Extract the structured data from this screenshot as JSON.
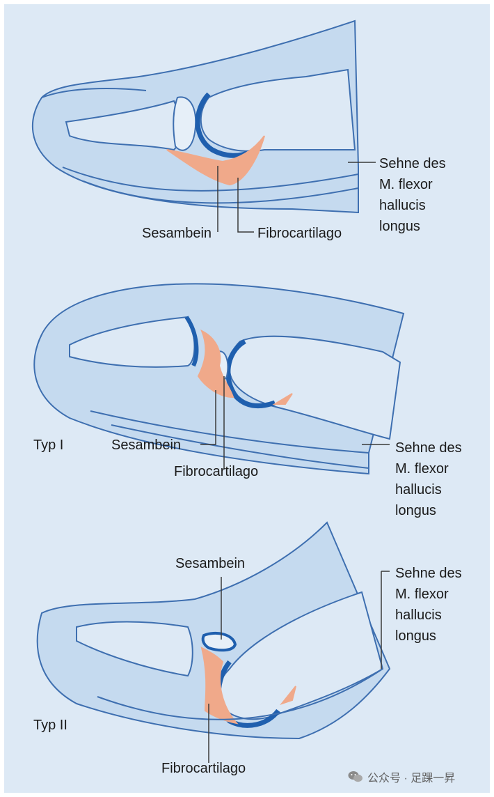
{
  "panels": [
    {
      "id": "normal",
      "labels": {
        "sesambein": "Sesambein",
        "fibrocartilago": "Fibrocartilago",
        "tendon": [
          "Sehne des",
          "M. flexor",
          "hallucis",
          "longus"
        ]
      }
    },
    {
      "id": "typ1",
      "type_label": "Typ I",
      "labels": {
        "sesambein": "Sesambein",
        "fibrocartilago": "Fibrocartilago",
        "tendon": [
          "Sehne des",
          "M. flexor",
          "hallucis",
          "longus"
        ]
      }
    },
    {
      "id": "typ2",
      "type_label": "Typ II",
      "labels": {
        "sesambein": "Sesambein",
        "fibrocartilago": "Fibrocartilago",
        "tendon": [
          "Sehne des",
          "M. flexor",
          "hallucis",
          "longus"
        ]
      }
    }
  ],
  "watermark": "公众号 · 足踝一昇",
  "colors": {
    "background": "#dde9f5",
    "outline": "#3e6fb0",
    "soft_tissue": "#c5daef",
    "cartilage": "#1f5fae",
    "fibrocartilage": "#f0a98a"
  }
}
